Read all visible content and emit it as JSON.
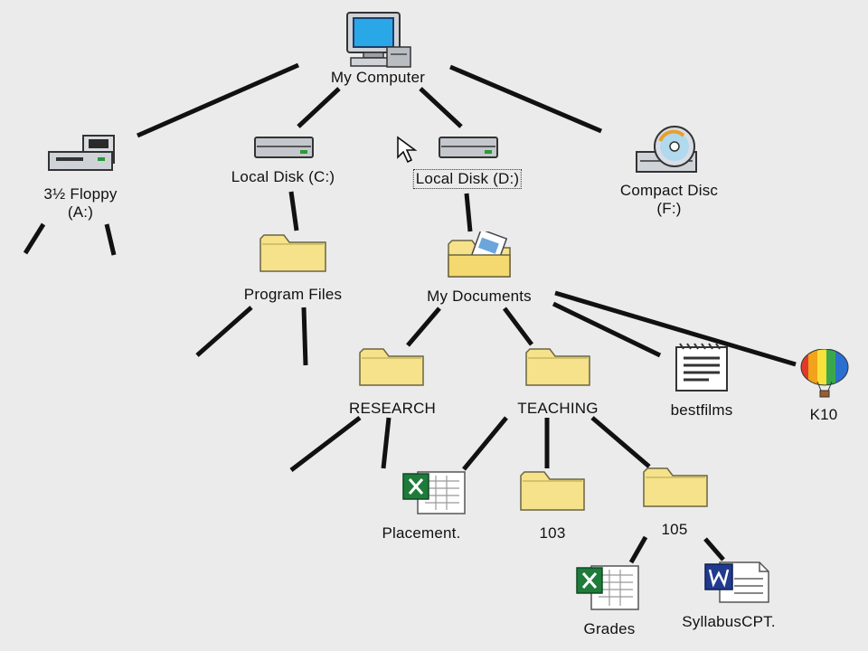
{
  "tree": {
    "root": {
      "label": "My Computer",
      "icon": "computer-icon"
    },
    "drives": {
      "floppy": {
        "label_line1": "3½ Floppy",
        "label_line2": "(A:)",
        "icon": "floppy-drive-icon"
      },
      "local_c": {
        "label": "Local Disk (C:)",
        "icon": "hard-drive-icon"
      },
      "local_d": {
        "label": "Local Disk (D:)",
        "icon": "hard-drive-icon",
        "selected": true
      },
      "compact_disc": {
        "label_line1": "Compact Disc",
        "label_line2": "(F:)",
        "icon": "cd-drive-icon"
      }
    },
    "folders": {
      "program_files": {
        "label": "Program Files",
        "icon": "folder-icon"
      },
      "my_documents": {
        "label": "My Documents",
        "icon": "my-documents-folder-icon"
      },
      "research": {
        "label": "RESEARCH",
        "icon": "folder-icon"
      },
      "teaching": {
        "label": "TEACHING",
        "icon": "folder-icon"
      },
      "f103": {
        "label": "103",
        "icon": "folder-icon"
      },
      "f105": {
        "label": "105",
        "icon": "folder-icon"
      }
    },
    "files": {
      "bestfilms": {
        "label": "bestfilms",
        "icon": "text-document-icon"
      },
      "k10": {
        "label": "K10",
        "icon": "balloon-icon"
      },
      "placement": {
        "label": "Placement.",
        "icon": "excel-file-icon"
      },
      "grades": {
        "label": "Grades",
        "icon": "excel-file-icon"
      },
      "syllabus": {
        "label": "SyllabusCPT.",
        "icon": "word-file-icon"
      }
    }
  },
  "colors": {
    "background": "#ebebeb",
    "lines": "#111111",
    "folder": "#f5e28a",
    "excel_green": "#1e7b3a",
    "word_blue": "#1f3a8f"
  }
}
